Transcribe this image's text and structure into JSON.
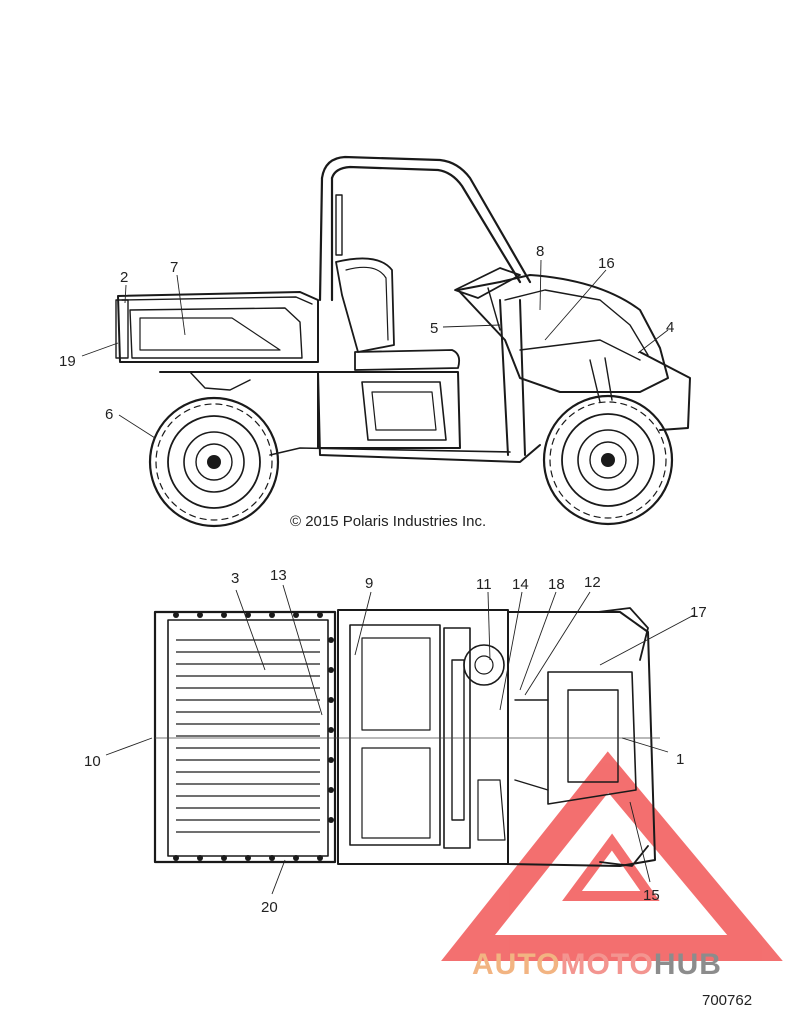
{
  "copyright": "© 2015 Polaris Industries Inc.",
  "document_number": "700762",
  "watermark": {
    "part1": "AUTO",
    "part2": "MOTO",
    "part3": "HUB",
    "colors": {
      "auto": "#f2b482",
      "moto": "#f39590",
      "hub": "#8c8c8c",
      "triangle": "#ee3333"
    }
  },
  "callouts": {
    "c1": "1",
    "c2": "2",
    "c3": "3",
    "c4": "4",
    "c5": "5",
    "c6": "6",
    "c7": "7",
    "c8": "8",
    "c9": "9",
    "c10": "10",
    "c11": "11",
    "c12": "12",
    "c13": "13",
    "c14": "14",
    "c15": "15",
    "c16": "16",
    "c17": "17",
    "c18": "18",
    "c19": "19",
    "c20": "20"
  }
}
